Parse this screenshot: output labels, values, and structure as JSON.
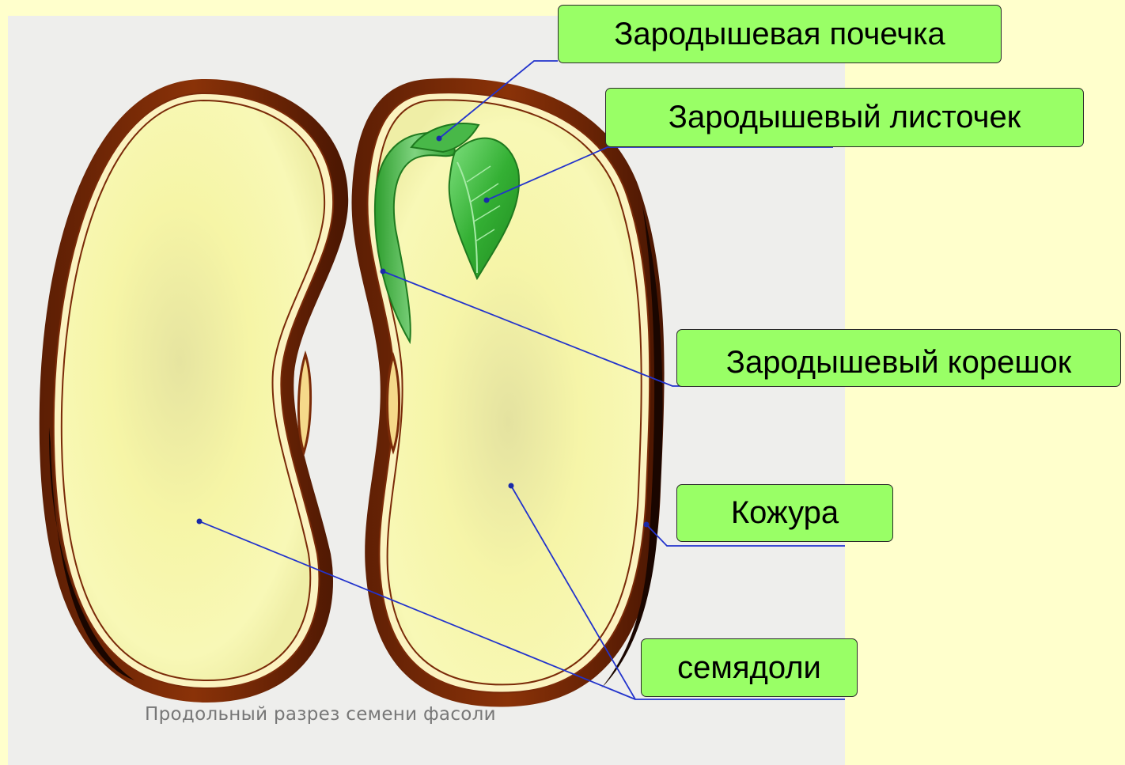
{
  "labels": {
    "plumule": "Зародышевая почечка",
    "leaf": "Зародышевый листочек",
    "root": "Зародышевый корешок",
    "coat": "Кожура",
    "cotyledons": "семядоли"
  },
  "caption": "Продольный разрез семени фасоли",
  "colors": {
    "page_background": "#ffffcc",
    "panel_background": "#eeeeec",
    "label_fill": "#99ff66",
    "seed_coat": "#7a2a08",
    "cotyledon": "#f4f3a8",
    "embryo_green": "#2ea82e",
    "leader_line": "#2233cc"
  }
}
